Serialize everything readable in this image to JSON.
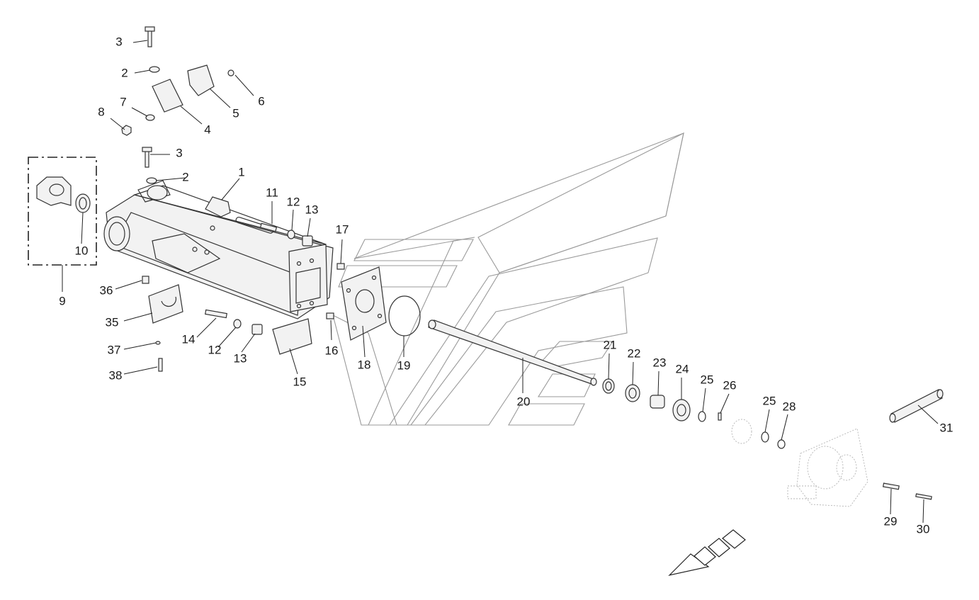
{
  "callouts": [
    {
      "text": "1"
    },
    {
      "text": "2"
    },
    {
      "text": "2"
    },
    {
      "text": "3"
    },
    {
      "text": "3"
    },
    {
      "text": "4"
    },
    {
      "text": "5"
    },
    {
      "text": "6"
    },
    {
      "text": "7"
    },
    {
      "text": "8"
    },
    {
      "text": "9"
    },
    {
      "text": "10"
    },
    {
      "text": "11"
    },
    {
      "text": "12"
    },
    {
      "text": "12"
    },
    {
      "text": "13"
    },
    {
      "text": "13"
    },
    {
      "text": "14"
    },
    {
      "text": "15"
    },
    {
      "text": "16"
    },
    {
      "text": "17"
    },
    {
      "text": "18"
    },
    {
      "text": "19"
    },
    {
      "text": "20"
    },
    {
      "text": "21"
    },
    {
      "text": "22"
    },
    {
      "text": "23"
    },
    {
      "text": "24"
    },
    {
      "text": "25"
    },
    {
      "text": "25"
    },
    {
      "text": "26"
    },
    {
      "text": "28"
    },
    {
      "text": "29"
    },
    {
      "text": "30"
    },
    {
      "text": "31"
    },
    {
      "text": "35"
    },
    {
      "text": "36"
    },
    {
      "text": "37"
    },
    {
      "text": "38"
    }
  ],
  "icons": {
    "direction_arrow": "front-direction-arrow-icon"
  }
}
